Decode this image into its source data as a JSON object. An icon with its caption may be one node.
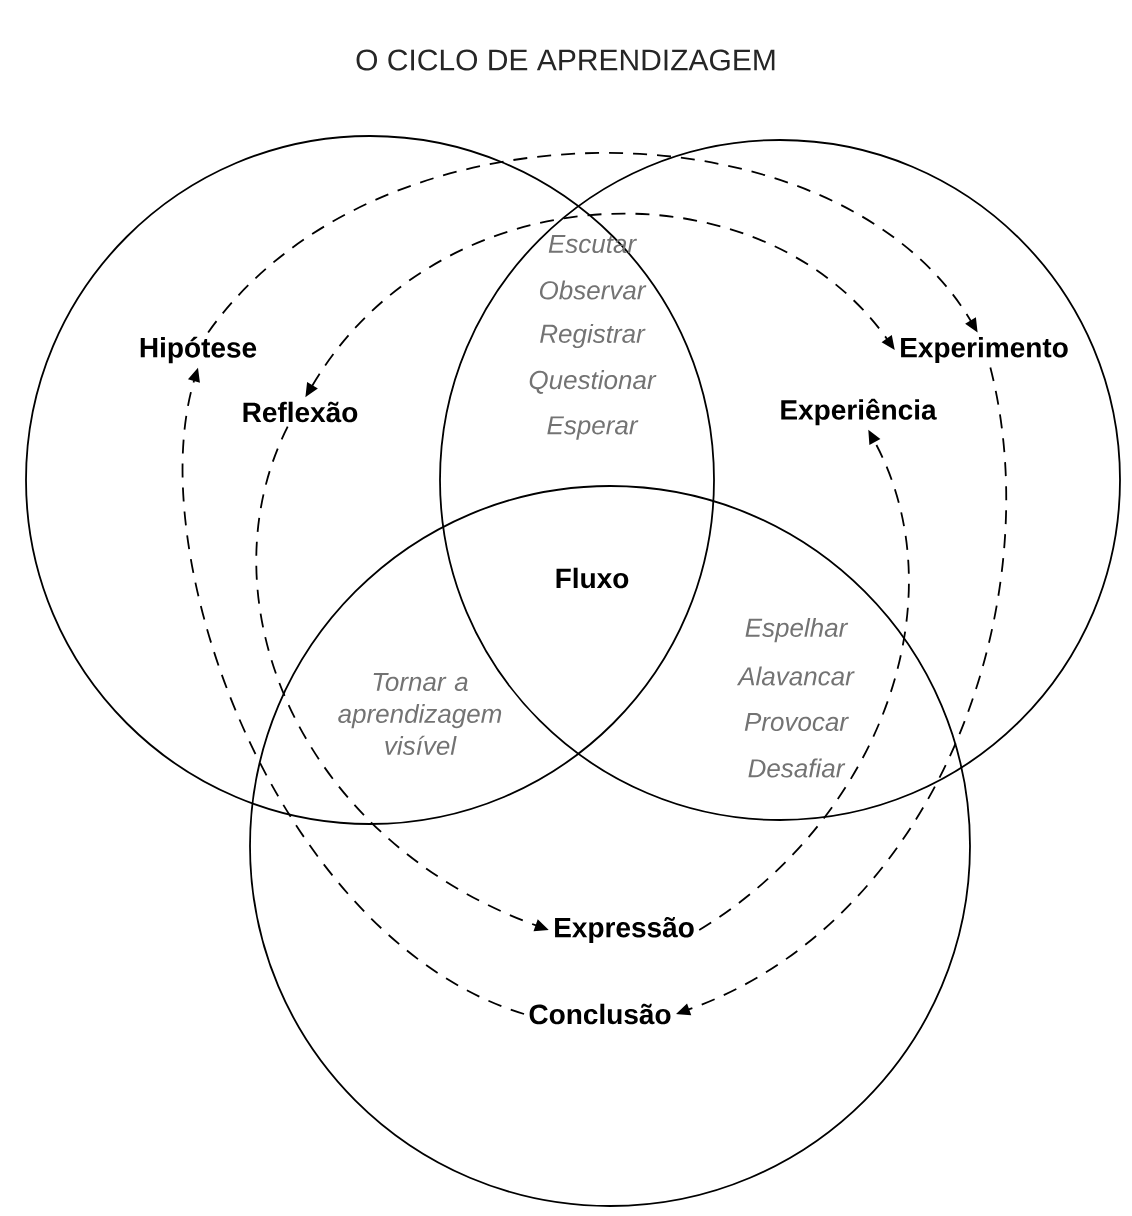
{
  "diagram": {
    "title": "O CICLO DE APRENDIZAGEM",
    "nodes": [
      {
        "text": [],
        "shape": "circle"
      },
      {
        "text": [],
        "shape": "circle"
      },
      {
        "text": [],
        "shape": "circle"
      },
      {
        "text": [
          "Hipótese"
        ],
        "in": 0
      },
      {
        "text": [
          "Reflexão"
        ],
        "in": 0
      },
      {
        "text": [
          "Experimento"
        ],
        "in": 1
      },
      {
        "text": [
          "Experiência"
        ],
        "in": 1
      },
      {
        "text": [
          "Expressão"
        ],
        "in": 2
      },
      {
        "text": [
          "Conclusão"
        ],
        "in": 2
      }
    ],
    "edges": [
      {
        "from": 3,
        "to": 5,
        "arrow": "to",
        "style": "dashed"
      },
      {
        "from": 4,
        "to": 5,
        "arrow": "both",
        "style": "dashed"
      },
      {
        "from": 5,
        "to": 8,
        "arrow": "to",
        "style": "dashed"
      },
      {
        "from": 8,
        "to": 3,
        "arrow": "to",
        "style": "dashed"
      },
      {
        "from": 4,
        "to": 7,
        "arrow": "to",
        "style": "dashed"
      },
      {
        "from": 7,
        "to": 6,
        "arrow": "to",
        "style": "dashed"
      }
    ],
    "labels": [
      "Escutar",
      "Observar",
      "Registrar",
      "Questionar",
      "Esperar",
      "Fluxo",
      "Tornar a aprendizagem visível",
      "Espelhar",
      "Alavancar",
      "Provocar",
      "Desafiar"
    ]
  }
}
